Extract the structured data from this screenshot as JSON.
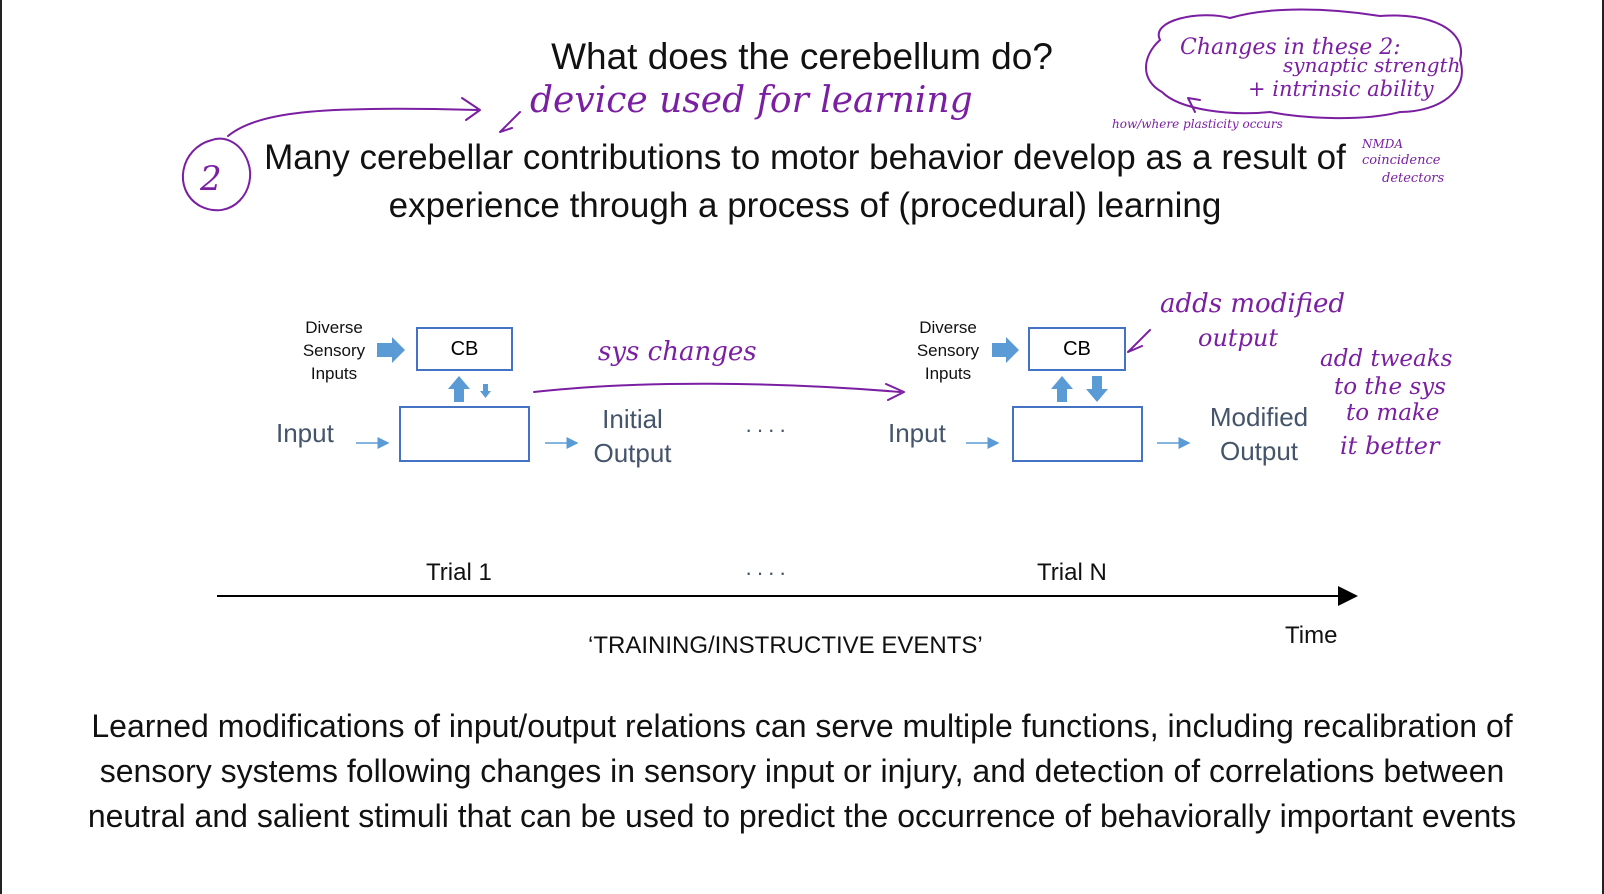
{
  "slide": {
    "title": "What does the cerebellum do?",
    "subtitle": "Many cerebellar contributions to motor behavior develop as a result of experience through a process of (procedural) learning",
    "diagram": {
      "diverse_label": "Diverse Sensory Inputs",
      "cb_label": "CB",
      "input_label": "Input",
      "initial_output": "Initial Output",
      "modified_output": "Modified Output",
      "dots": "····",
      "trial_1": "Trial 1",
      "trial_n": "Trial N",
      "training_label": "‘TRAINING/INSTRUCTIVE EVENTS’",
      "time_label": "Time"
    },
    "body_text": "Learned modifications of input/output relations can serve multiple functions, including recalibration of sensory systems following changes in sensory input or injury, and detection of correlations between neutral and salient stimuli that can be used to predict the occurrence of behaviorally important events"
  },
  "annotations": {
    "number": "2",
    "device": "device used for learning",
    "changes_line1": "Changes in these 2:",
    "changes_line2": "synaptic strength",
    "changes_line3": "+ intrinsic ability",
    "how_plasticity": "how/where plasticity occurs",
    "nmda1": "NMDA",
    "nmda2": "coincidence",
    "nmda3": "detectors",
    "sys_changes": "sys changes",
    "adds_modified1": "adds modified",
    "adds_modified2": "output",
    "tweaks1": "add tweaks",
    "tweaks2": "to the sys",
    "tweaks3": "to make",
    "tweaks4": "it better"
  },
  "colors": {
    "box_border": "#4472c4",
    "arrow_fill": "#5b9bd5",
    "ink": "#7b1fa2",
    "muted_text": "#44546a"
  }
}
